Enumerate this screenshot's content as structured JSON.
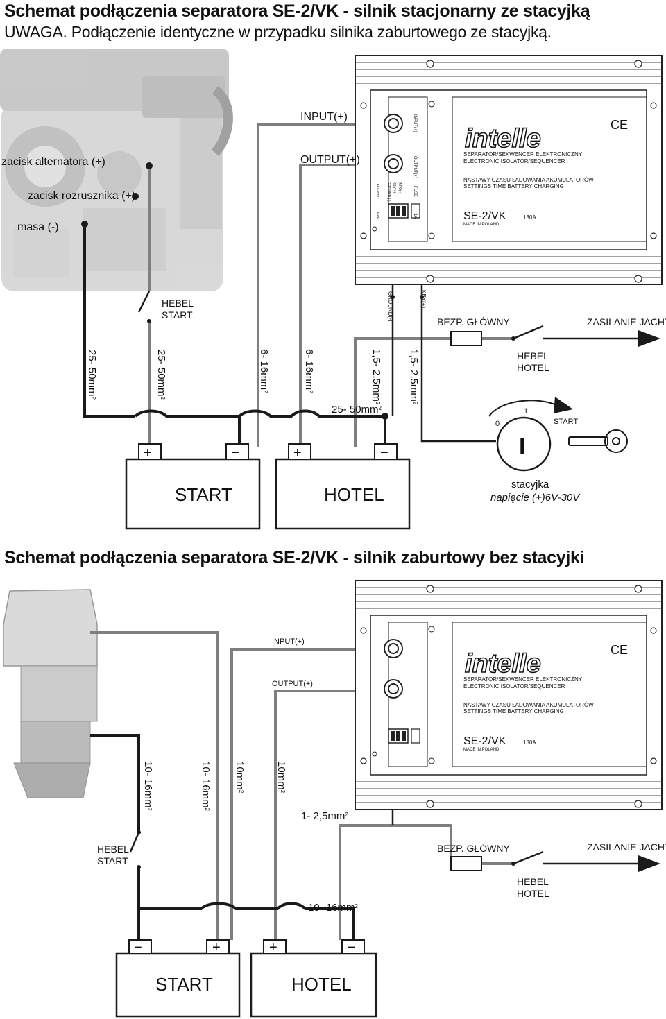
{
  "top": {
    "title": "Schemat podłączenia separatora SE-2/VK - silnik stacjonarny ze stacyjką",
    "subtitle": "UWAGA. Podłączenie identyczne w przypadku silnika zaburtowego ze stacyjką.",
    "labels": {
      "alternator": "zacisk alternatora (+)",
      "starter": "zacisk rozrusznika (+)",
      "ground": "masa (-)",
      "input": "INPUT(+)",
      "output": "OUTPUT(+)",
      "hebel_start_1": "HEBEL",
      "hebel_start_2": "START",
      "ground_wire": "GROUND(-)",
      "key_wire": "KEY(+)",
      "main_fuse": "BEZP. GŁÓWNY",
      "yacht_supply": "ZASILANIE JACHTU",
      "hebel_hotel_1": "HEBEL",
      "hebel_hotel_2": "HOTEL",
      "c1": "25- 50mm",
      "c2": "25- 50mm",
      "c3": "6- 16mm",
      "c4": "6- 16mm",
      "c5": "1,5- 2,5mm",
      "c6": "1,5- 2,5mm",
      "c7": "25- 50mm",
      "sq": "2",
      "ign_0": "0",
      "ign_1": "1",
      "ign_start": "START",
      "ign_symbol": "I",
      "ignition_1": "stacyjka",
      "ignition_2": "napięcie (+)6V-30V",
      "battery_start": "START",
      "battery_hotel": "HOTEL",
      "plus": "+",
      "minus": "−"
    }
  },
  "bottom": {
    "title": "Schemat podłączenia separatora SE-2/VK - silnik zaburtowy bez stacyjki",
    "labels": {
      "input": "INPUT(+)",
      "output": "OUTPUT(+)",
      "c1": "10- 16mm",
      "c2": "10- 16mm",
      "c3": "10mm",
      "c4": "10mm",
      "c5": "1- 2,5mm",
      "c6": "10- 16mm",
      "sq": "2",
      "hebel_start_1": "HEBEL",
      "hebel_start_2": "START",
      "main_fuse": "BEZP. GŁÓWNY",
      "yacht_supply": "ZASILANIE JACHTU",
      "hebel_hotel_1": "HEBEL",
      "hebel_hotel_2": "HOTEL",
      "battery_start": "START",
      "battery_hotel": "HOTEL",
      "plus": "+",
      "minus": "−"
    }
  },
  "device": {
    "brand": "intelle",
    "ce": "CE",
    "line1": "SEPARATOR/SEKWENCER ELEKTRONICZNY",
    "line2": "ELECTRONIC ISOLATOR/SEQUENCER",
    "line3": "NASTAWY CZASU ŁADOWANIA AKUMULATORÓW",
    "line4": "SETTINGS TIME  BATTERY CHARGING",
    "model": "SE-2/VK",
    "rating": "130A",
    "made": "MADE IN POLAND",
    "term_input": "INPUT(+)",
    "term_output": "OUTPUT(+)",
    "term_fuse": "FUSE",
    "term_1a": "1A",
    "term_led": "LED - info",
    "term_gnd": "GROUND (-)",
    "term_key": "KEY(+)",
    "term_info": "INFO(+)",
    "term_err": "ERR"
  },
  "colors": {
    "wire_black": "#1a1a1a",
    "wire_grey": "#7f7f7f",
    "device_outline": "#222222",
    "engine_grey": "#8a8a8a"
  }
}
